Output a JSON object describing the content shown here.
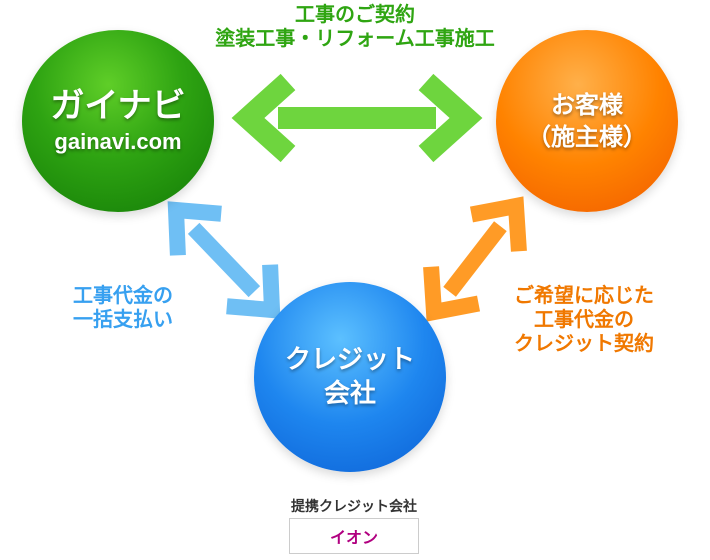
{
  "colors": {
    "green": "#2fa512",
    "green_arrow": "#6ed53e",
    "orange": "#f07800",
    "orange_arrow": "#ff9b26",
    "blue": "#37a0f0",
    "blue_arrow": "#6fbff4",
    "partner_text": "#b10080"
  },
  "nodes": {
    "gainavi": {
      "name": "ガイナビ",
      "domain": "gainavi.com"
    },
    "customer": {
      "line1": "お客様",
      "line2": "（施主様）"
    },
    "credit": {
      "line1": "クレジット",
      "line2": "会社"
    }
  },
  "labels": {
    "top": {
      "line1": "工事のご契約",
      "line2": "塗装工事・リフォーム工事施工"
    },
    "left": {
      "line1": "工事代金の",
      "line2": "一括支払い"
    },
    "right": {
      "line1": "ご希望に応じた",
      "line2": "工事代金の",
      "line3": "クレジット契約"
    }
  },
  "partner": {
    "title": "提携クレジット会社",
    "name": "イオン"
  }
}
